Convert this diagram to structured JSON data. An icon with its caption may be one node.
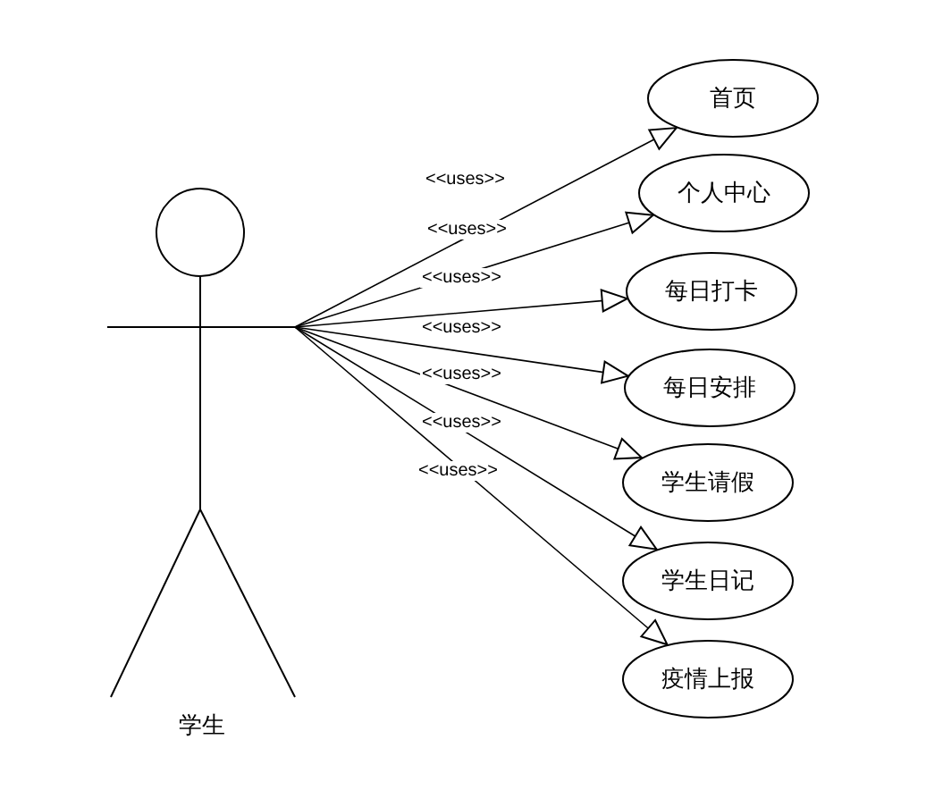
{
  "diagram": {
    "nodes": [
      {
        "text": [
          "学生"
        ]
      },
      {
        "text": [
          "首页"
        ]
      },
      {
        "text": [
          "个人中心"
        ]
      },
      {
        "text": [
          "每日打卡"
        ]
      },
      {
        "text": [
          "每日安排"
        ]
      },
      {
        "text": [
          "学生请假"
        ]
      },
      {
        "text": [
          "学生日记"
        ]
      },
      {
        "text": [
          "疫情上报"
        ]
      }
    ],
    "edges": [
      {
        "from": 0,
        "to": 1,
        "arrow": "to",
        "label": "<<uses>>"
      },
      {
        "from": 0,
        "to": 2,
        "arrow": "to",
        "label": "<<uses>>"
      },
      {
        "from": 0,
        "to": 3,
        "arrow": "to",
        "label": "<<uses>>"
      },
      {
        "from": 0,
        "to": 4,
        "arrow": "to",
        "label": "<<uses>>"
      },
      {
        "from": 0,
        "to": 5,
        "arrow": "to",
        "label": "<<uses>>"
      },
      {
        "from": 0,
        "to": 6,
        "arrow": "to",
        "label": "<<uses>>"
      },
      {
        "from": 0,
        "to": 7,
        "arrow": "to",
        "label": "<<uses>>"
      }
    ]
  }
}
